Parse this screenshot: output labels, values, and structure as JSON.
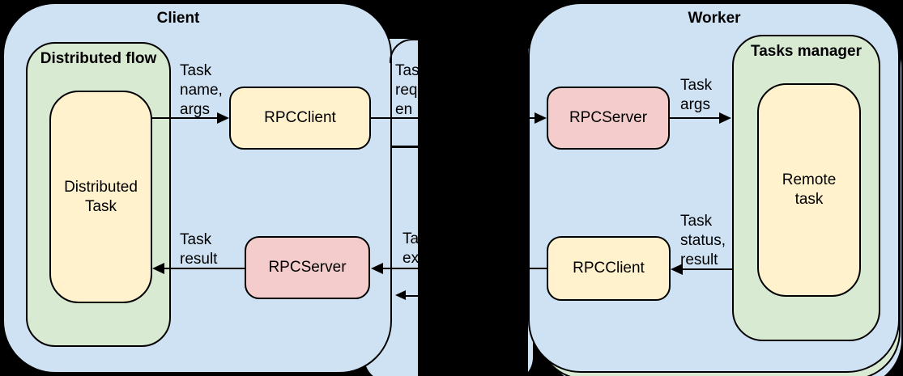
{
  "colors": {
    "blue": "#cfe2f3",
    "green": "#d9ead3",
    "yellow": "#fff2cc",
    "pink": "#f4cccc",
    "border": "#000000",
    "canvas_bg": "#000000"
  },
  "client": {
    "title": "Client",
    "distributed_flow": {
      "title": "Distributed flow",
      "task_lines": [
        "Distributed",
        "Task"
      ]
    },
    "rpc_client_label": "RPCClient",
    "rpc_server_label": "RPCServer",
    "label_task_name_args": [
      "Task",
      "name,",
      "args"
    ],
    "label_task_result": [
      "Task",
      "result"
    ]
  },
  "middle": {
    "fragment_top": [
      "Tas",
      "req",
      "en"
    ],
    "fragment_bottom": [
      "Ta",
      "ex"
    ]
  },
  "worker": {
    "title": "Worker",
    "rpc_server_label": "RPCServer",
    "rpc_client_label": "RPCClient",
    "tasks_manager": {
      "title": "Tasks manager",
      "task_lines": [
        "Remote",
        "task"
      ]
    },
    "label_task_args": [
      "Task",
      "args"
    ],
    "label_task_status_result": [
      "Task",
      "status,",
      "result"
    ]
  }
}
